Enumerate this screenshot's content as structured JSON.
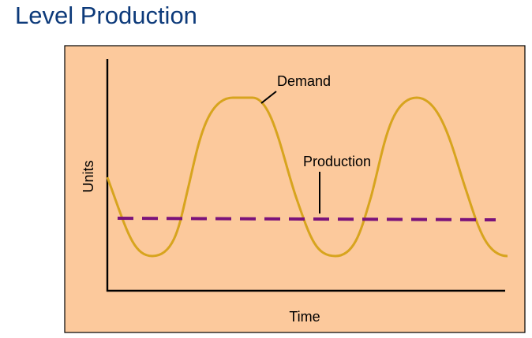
{
  "title": "Level Production",
  "labels": {
    "y_axis": "Units",
    "x_axis": "Time",
    "demand": "Demand",
    "production": "Production"
  },
  "colors": {
    "panel_fill": "#fcc99c",
    "demand_line": "#d7a41e",
    "production_line": "#7a127a",
    "axis": "#000000",
    "title": "#0d3a7a"
  }
}
